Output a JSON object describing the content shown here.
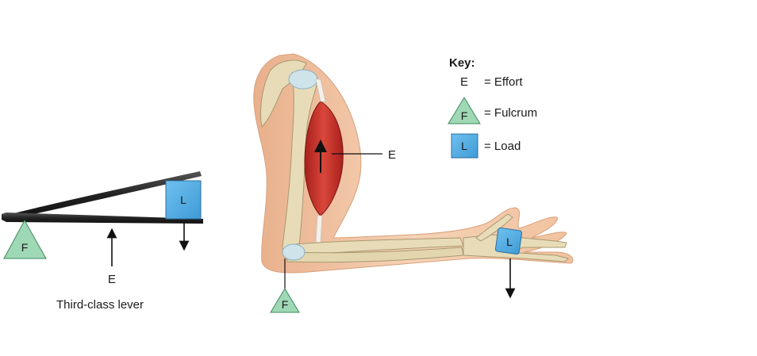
{
  "lever": {
    "fulcrum_letter": "F",
    "load_letter": "L",
    "effort_letter": "E",
    "caption": "Third-class lever"
  },
  "arm": {
    "effort_letter": "E",
    "load_letter": "L",
    "fulcrum_letter": "F"
  },
  "key": {
    "title": "Key:",
    "effort_symbol": "E",
    "effort_text": "= Effort",
    "fulcrum_symbol": "F",
    "fulcrum_text": "= Fulcrum",
    "load_symbol": "L",
    "load_text": "= Load"
  },
  "colors": {
    "fulcrum_fill": "#9fd8b4",
    "fulcrum_stroke": "#3e8a5e",
    "load_fill": "#5db3e8",
    "load_stroke": "#2d6f9e",
    "muscle": "#c8302a",
    "bone": "#e8dcb8",
    "skin": "#f3c7a4",
    "lever_bar": "#2b2b2b"
  }
}
